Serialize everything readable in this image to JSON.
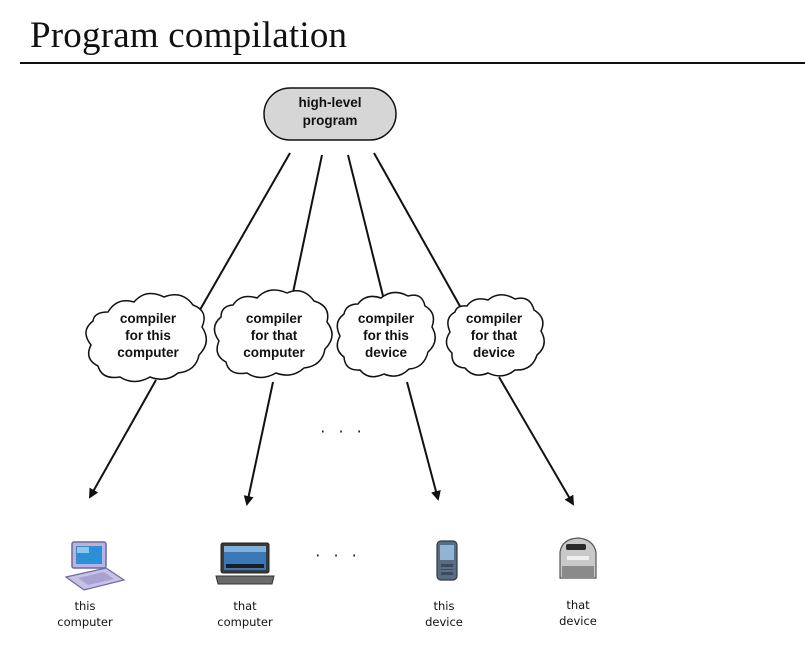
{
  "title": "Program compilation",
  "root": {
    "line1": "high-level",
    "line2": "program"
  },
  "compilers": [
    {
      "lines": [
        "compiler",
        "for this",
        "computer"
      ]
    },
    {
      "lines": [
        "compiler",
        "for that",
        "computer"
      ]
    },
    {
      "lines": [
        "compiler",
        "for this",
        "device"
      ]
    },
    {
      "lines": [
        "compiler",
        "for that",
        "device"
      ]
    }
  ],
  "ellipsis": "· · ·",
  "devices": [
    {
      "icon": "laptop-icon",
      "line1": "this",
      "line2": "computer"
    },
    {
      "icon": "laptop-dark-icon",
      "line1": "that",
      "line2": "computer"
    },
    {
      "icon": "phone-icon",
      "line1": "this",
      "line2": "device"
    },
    {
      "icon": "printer-icon",
      "line1": "that",
      "line2": "device"
    }
  ]
}
